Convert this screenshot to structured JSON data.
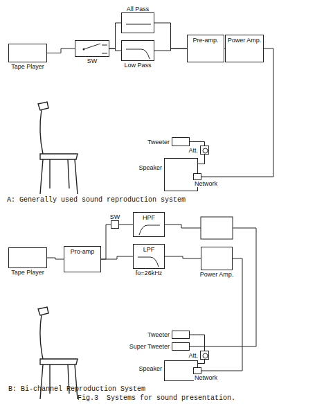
{
  "diagram": {
    "caption": "Fig.3  Systems for sound presentation.",
    "nodes": [
      {
        "text": [
          "Tape Player"
        ]
      },
      {
        "text": [
          "SW"
        ]
      },
      {
        "text": [
          "All Pass"
        ]
      },
      {
        "text": [
          "Low Pass"
        ]
      },
      {
        "text": [
          "Pre-amp."
        ]
      },
      {
        "text": [
          "Power Amp."
        ]
      },
      {
        "text": [
          "Tweeter"
        ]
      },
      {
        "text": [
          "Att."
        ]
      },
      {
        "text": [
          "Speaker"
        ]
      },
      {
        "text": [
          "Network"
        ]
      },
      {
        "text": [
          "Tape Player"
        ]
      },
      {
        "text": [
          "Pro-amp"
        ]
      },
      {
        "text": [
          "SW"
        ]
      },
      {
        "text": [
          "HPF"
        ]
      },
      {
        "text": [
          "LPF",
          "fo=26kHz"
        ]
      },
      {
        "text": [
          "Power Amp."
        ]
      },
      {
        "text": [
          "Tweeter"
        ]
      },
      {
        "text": [
          "Super Tweeter"
        ]
      },
      {
        "text": [
          "Att."
        ]
      },
      {
        "text": [
          "Speaker"
        ]
      },
      {
        "text": [
          "Network"
        ]
      }
    ],
    "edges": [
      {
        "from": 0,
        "to": 1,
        "arrow": "none"
      },
      {
        "from": 1,
        "to": 2,
        "arrow": "none"
      },
      {
        "from": 1,
        "to": 3,
        "arrow": "none"
      },
      {
        "from": 2,
        "to": 4,
        "arrow": "none"
      },
      {
        "from": 3,
        "to": 4,
        "arrow": "none"
      },
      {
        "from": 4,
        "to": 5,
        "arrow": "none"
      },
      {
        "from": 5,
        "to": 9,
        "arrow": "none"
      },
      {
        "from": 9,
        "to": 7,
        "arrow": "none"
      },
      {
        "from": 7,
        "to": 6,
        "arrow": "none"
      },
      {
        "from": 10,
        "to": 11,
        "arrow": "none"
      },
      {
        "from": 11,
        "to": 12,
        "arrow": "none"
      },
      {
        "from": 12,
        "to": 13,
        "arrow": "none"
      },
      {
        "from": 11,
        "to": 14,
        "arrow": "none"
      },
      {
        "from": 14,
        "to": 15,
        "arrow": "none"
      },
      {
        "from": 15,
        "to": 20,
        "arrow": "none"
      },
      {
        "from": 20,
        "to": 18,
        "arrow": "none"
      },
      {
        "from": 18,
        "to": 16,
        "arrow": "none"
      }
    ],
    "labels": [
      "A: Generally used sound reproduction system",
      "B: Bi-channel Reproduction System"
    ]
  }
}
